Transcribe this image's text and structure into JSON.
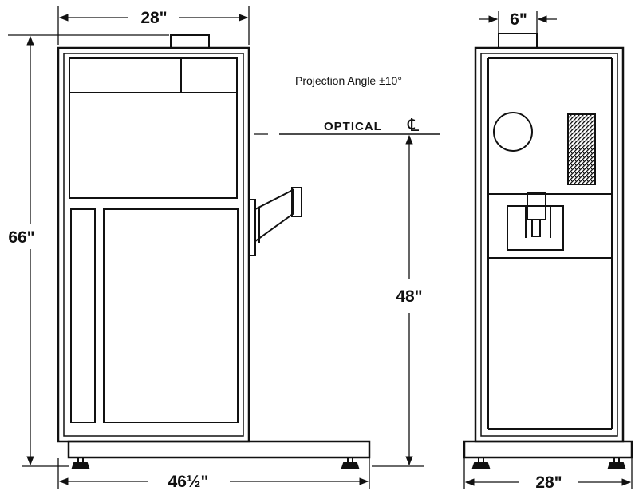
{
  "drawing": {
    "side_view": {
      "width_label": "28\"",
      "height_label": "66\"",
      "base_length_label": "46½\"",
      "optical_height_label": "48\""
    },
    "front_view": {
      "top_width_label": "6\"",
      "base_width_label": "28\""
    },
    "notes": {
      "projection_angle": "Projection Angle ±10°",
      "optical_label": "OPTICAL",
      "centerline_symbol": "℄"
    }
  }
}
